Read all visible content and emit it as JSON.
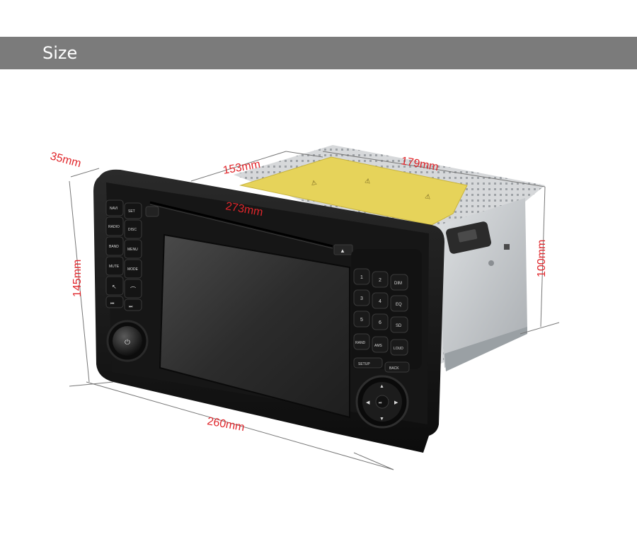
{
  "header": {
    "title": "Size"
  },
  "dimensions": {
    "depth_front": "35mm",
    "chassis_width": "153mm",
    "chassis_depth": "179mm",
    "slot_width": "273mm",
    "front_height": "145mm",
    "chassis_height": "100mm",
    "front_width": "260mm"
  },
  "left_keys": [
    "NAVI",
    "SET",
    "RADIO",
    "DISC",
    "BAND",
    "MENU",
    "MUTE",
    "MODE",
    "",
    "",
    "",
    ""
  ],
  "right_keys": [
    "1",
    "2",
    "DIM",
    "3",
    "4",
    "EQ",
    "5",
    "6",
    "SD",
    "RAND",
    "AMS",
    "LOUD"
  ],
  "right_footer": {
    "setup": "SETUP",
    "back": "BACK"
  },
  "colors": {
    "dimension": "#e0262b",
    "bezel": "#1c1c1c",
    "label": "#e6d35a",
    "chassis": "#c9cccf"
  }
}
